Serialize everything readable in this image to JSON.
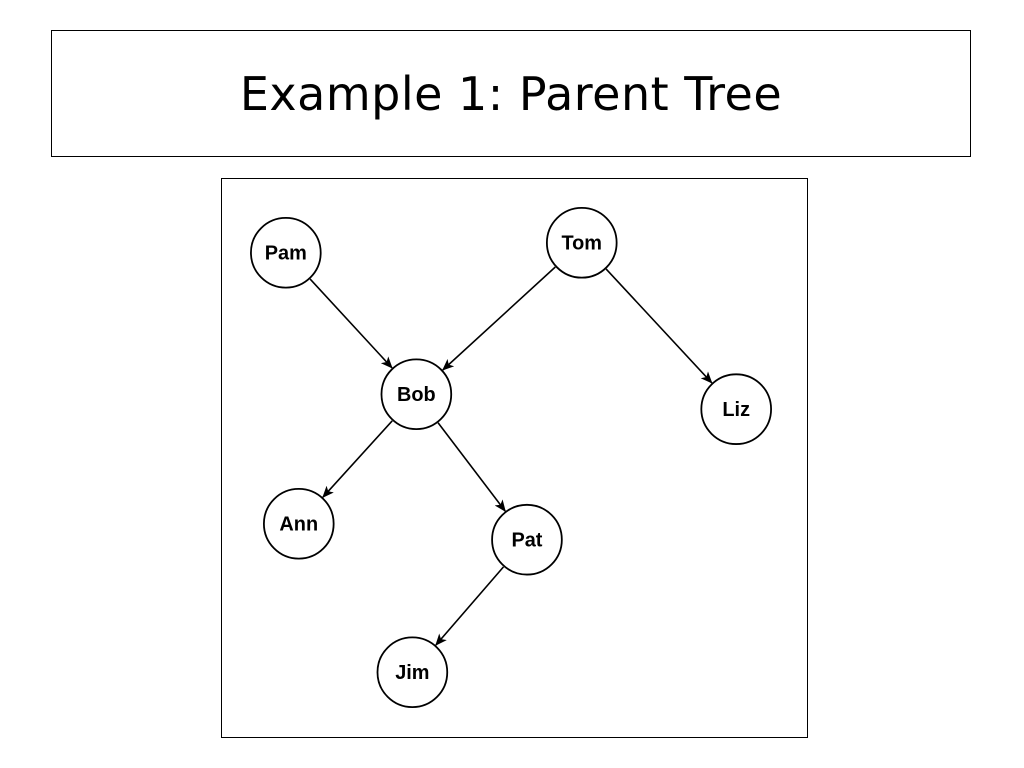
{
  "slide": {
    "title": "Example 1: Parent Tree"
  },
  "tree": {
    "nodes": [
      {
        "id": "pam",
        "label": "Pam"
      },
      {
        "id": "tom",
        "label": "Tom"
      },
      {
        "id": "bob",
        "label": "Bob"
      },
      {
        "id": "liz",
        "label": "Liz"
      },
      {
        "id": "ann",
        "label": "Ann"
      },
      {
        "id": "pat",
        "label": "Pat"
      },
      {
        "id": "jim",
        "label": "Jim"
      }
    ],
    "edges": [
      {
        "from": "pam",
        "to": "bob"
      },
      {
        "from": "tom",
        "to": "bob"
      },
      {
        "from": "tom",
        "to": "liz"
      },
      {
        "from": "bob",
        "to": "ann"
      },
      {
        "from": "bob",
        "to": "pat"
      },
      {
        "from": "pat",
        "to": "jim"
      }
    ]
  }
}
